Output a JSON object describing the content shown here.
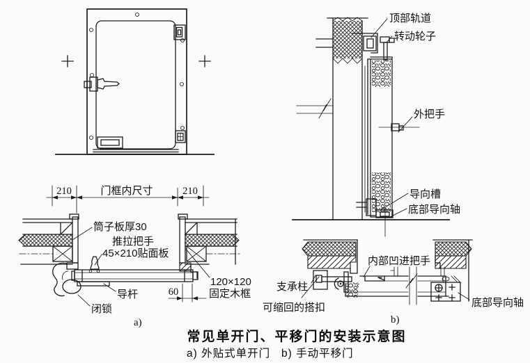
{
  "figure": {
    "caption": "常见单开门、平移门的安装示意图",
    "subcaption_a": "a) 外贴式单开门",
    "subcaption_b": "b) 手动平移门",
    "panel_a_tag": "a)",
    "panel_b_tag": "b)"
  },
  "panel_a": {
    "dim_left": "210",
    "dim_middle": "门框内尺寸",
    "dim_right": "210",
    "dim_gap": "60",
    "label_tube_board": "筒子板厚30",
    "label_handle_line1": "推拉把手",
    "label_handle_line2": "45×210贴面板",
    "label_guide_rod": "导杆",
    "label_lock": "闭锁",
    "label_wood_frame_line1": "120×120",
    "label_wood_frame_line2": "固定木框"
  },
  "panel_b": {
    "label_top_track": "顶部轨道",
    "label_wheel": "转动轮子",
    "label_outer_handle": "外把手",
    "label_guide_groove": "导向槽",
    "label_bottom_guide_shaft": "底部导向轴",
    "label_inner_handle": "内部凹进把手",
    "label_support_column": "支承柱",
    "label_latch": "可缩回的搭扣",
    "label_bottom_guide_shaft_2": "底部导向轴"
  }
}
